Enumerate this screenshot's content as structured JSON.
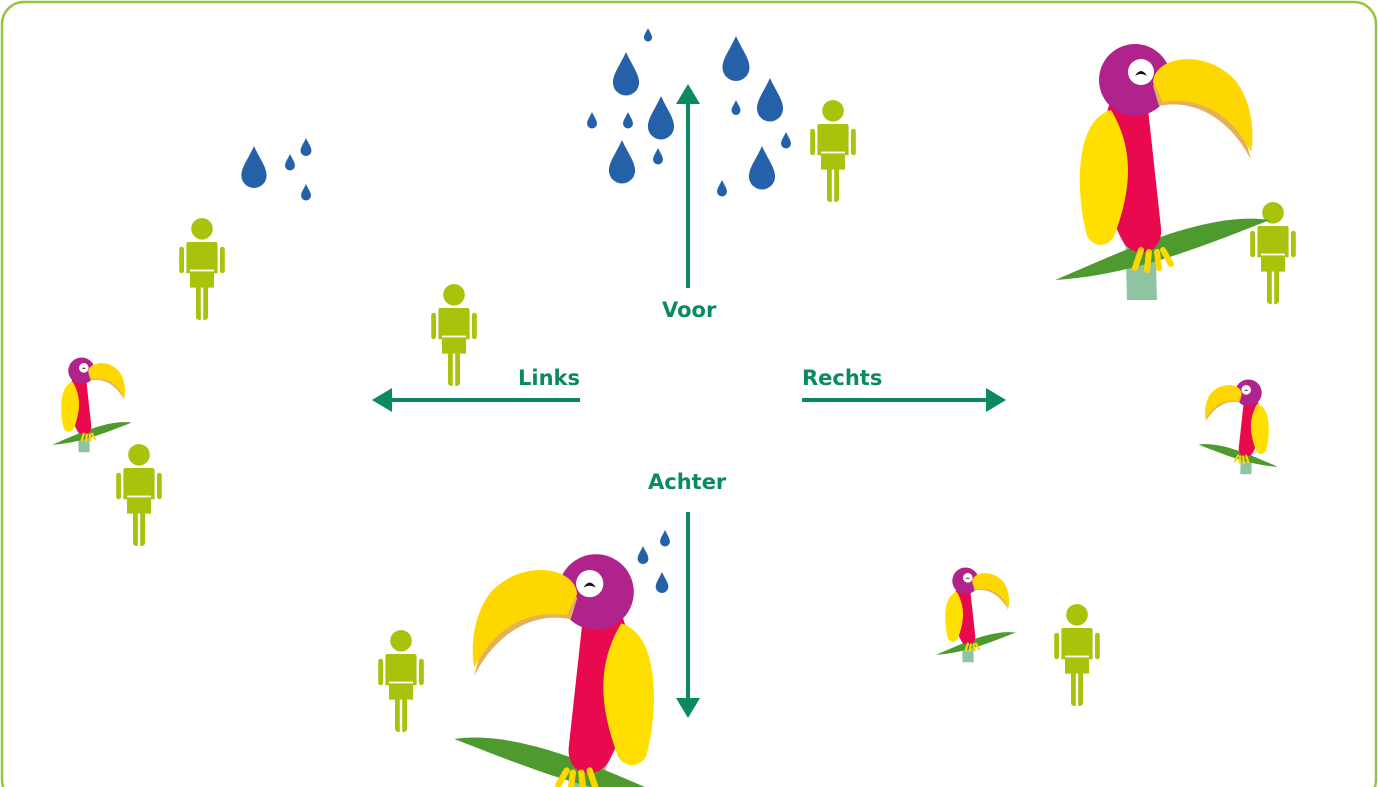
{
  "directions": {
    "front": "Voor",
    "left": "Links",
    "right": "Rechts",
    "back": "Achter"
  },
  "colors": {
    "frame": "#93c83e",
    "arrow": "#0a8a62",
    "person": "#a9c30d",
    "raindrop": "#2561a8",
    "parrot_body": "#e8094f",
    "parrot_head": "#b0238c",
    "parrot_beak": "#ffd700",
    "parrot_beak_shadow": "#e3b15c",
    "parrot_wing": "#ffdf00",
    "leaf": "#4e9a2f",
    "stump": "#8ec4a1"
  },
  "icons": [
    "person-icon",
    "raindrop-icon",
    "parrot-icon",
    "arrow-icon"
  ]
}
